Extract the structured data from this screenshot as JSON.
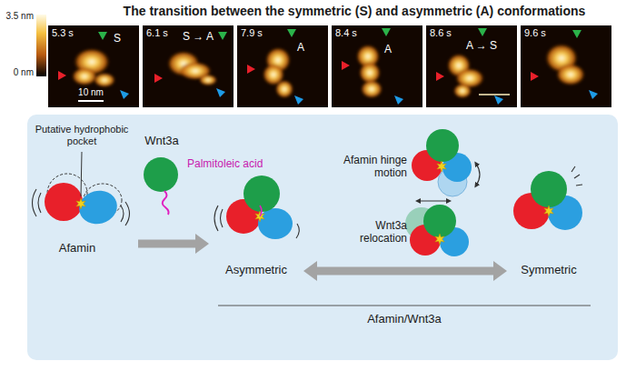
{
  "diagram": {
    "title": "The transition between the symmetric (S) and asymmetric (A) conformations",
    "nodes": [
      {
        "text": [
          "5.3 s",
          "S"
        ]
      },
      {
        "text": [
          "6.1 s",
          "S → A"
        ]
      },
      {
        "text": [
          "7.9 s",
          "A"
        ]
      },
      {
        "text": [
          "8.4 s",
          "A"
        ]
      },
      {
        "text": [
          "8.6 s",
          "A → S"
        ]
      },
      {
        "text": [
          "9.6 s"
        ]
      },
      {
        "text": [
          "Afamin/Wnt3a"
        ]
      },
      {
        "text": [
          "Afamin"
        ],
        "in": 6
      },
      {
        "text": [
          "Wnt3a"
        ],
        "in": 6
      },
      {
        "text": [
          "Asymmetric"
        ],
        "in": 6
      },
      {
        "text": [
          "Afamin hinge motion"
        ],
        "in": 6
      },
      {
        "text": [
          "Wnt3a relocation"
        ],
        "in": 6
      },
      {
        "text": [
          "Symmetric"
        ],
        "in": 6
      }
    ],
    "edges": [
      {
        "from": 7,
        "to": 9,
        "arrow": "to"
      },
      {
        "from": 9,
        "to": 12,
        "arrow": "both"
      }
    ],
    "labels": [
      "3.5 nm",
      "0 nm",
      "10 nm",
      "Putative hydrophobic pocket",
      "Palmitoleic acid"
    ]
  }
}
